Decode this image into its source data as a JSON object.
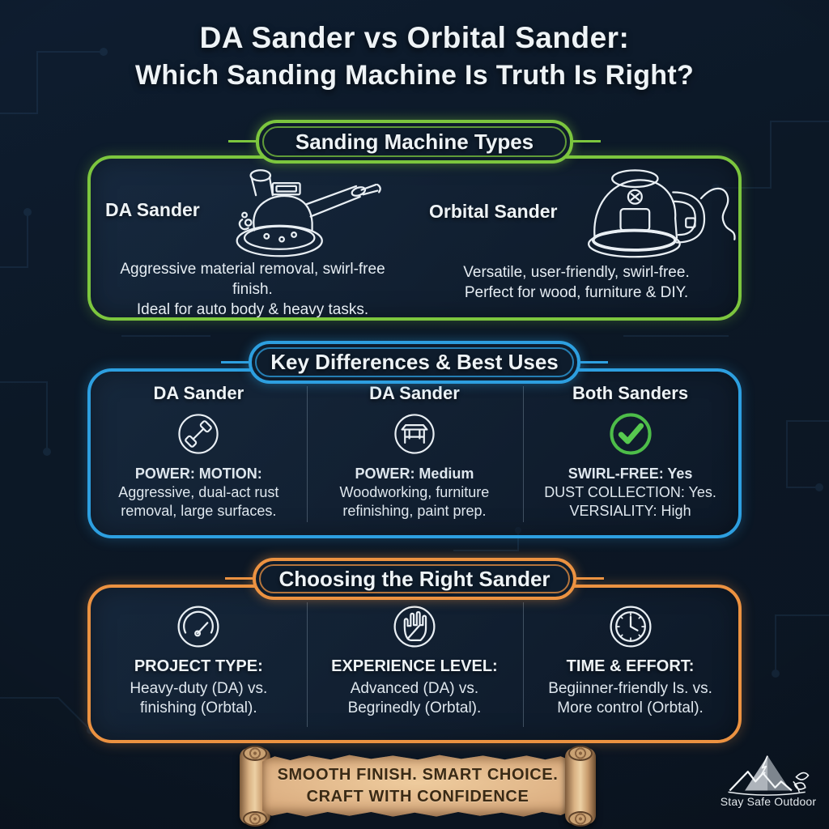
{
  "title": {
    "line1": "DA Sander vs Orbital Sander:",
    "line2": "Which Sanding Machine Is Truth Is Right?"
  },
  "colors": {
    "background": "#0c1826",
    "accent_green": "#7cc63e",
    "accent_blue": "#2d9fe0",
    "accent_orange": "#ec9241",
    "check_green": "#4dbd49",
    "text": "#eef3f6",
    "parchment": "#dfb486",
    "parchment_text": "#3a2a15"
  },
  "sections": {
    "types": {
      "header": "Sanding Machine Types",
      "items": [
        {
          "name": "DA Sander",
          "icon": "da-sander-illustration",
          "desc_line1": "Aggressive material removal, swirl-free finish.",
          "desc_line2": "Ideal for auto body & heavy tasks."
        },
        {
          "name": "Orbital Sander",
          "icon": "orbital-sander-illustration",
          "desc_line1": "Versatile, user-friendly, swirl-free.",
          "desc_line2": "Perfect for wood, furniture & DIY."
        }
      ]
    },
    "differences": {
      "header": "Key Differences & Best Uses",
      "columns": [
        {
          "title": "DA Sander",
          "icon": "dumbbell-icon",
          "line1": "POWER: MOTION:",
          "line2": "Aggressive, dual-act rust",
          "line3": "removal, large surfaces."
        },
        {
          "title": "DA Sander",
          "icon": "table-icon",
          "line1": "POWER: Medium",
          "line2": "Woodworking, furniture",
          "line3": "refinishing, paint prep."
        },
        {
          "title": "Both Sanders",
          "icon": "check-icon",
          "line1": "SWIRL-FREE: Yes",
          "line2": "DUST COLLECTION: Yes.",
          "line3": "VERSIALITY: High"
        }
      ]
    },
    "choosing": {
      "header": "Choosing the Right Sander",
      "columns": [
        {
          "title": "PROJECT TYPE:",
          "icon": "gauge-icon",
          "line1": "Heavy-duty (DA) vs.",
          "line2": "finishing (Orbtal)."
        },
        {
          "title": "EXPERIENCE LEVEL:",
          "icon": "hand-icon",
          "line1": "Advanced (DA) vs.",
          "line2": "Begrinedly (Orbtal)."
        },
        {
          "title": "TIME & EFFORT:",
          "icon": "clock-icon",
          "line1": "Begiinner-friendly Is. vs.",
          "line2": "More control (Orbtal)."
        }
      ]
    }
  },
  "banner": {
    "line1": "SMOOTH FINISH. SMART CHOICE.",
    "line2": "CRAFT WITH CONFIDENCE"
  },
  "logo": {
    "text": "Stay Safe Outdoor"
  }
}
